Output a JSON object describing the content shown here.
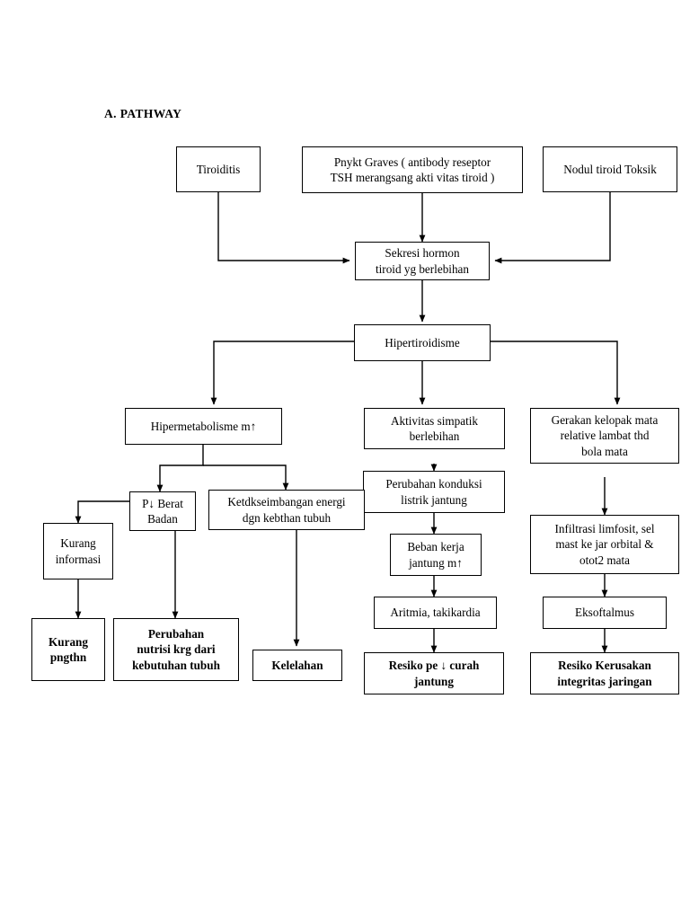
{
  "page": {
    "title": "A.  PATHWAY"
  },
  "diagram": {
    "type": "flowchart",
    "title": "A.  PATHWAY",
    "nodes": [
      {
        "id": "tiroiditis",
        "label": "Tiroiditis",
        "bold": false
      },
      {
        "id": "graves",
        "label": "Pnykt Graves ( antibody reseptor TSH merangsang akti vitas tiroid )",
        "bold": false
      },
      {
        "id": "nodul",
        "label": "Nodul tiroid Toksik",
        "bold": false
      },
      {
        "id": "sekresi",
        "label": "Sekresi hormon tiroid yg berlebihan",
        "bold": false
      },
      {
        "id": "hipertiroidisme",
        "label": "Hipertiroidisme",
        "bold": false
      },
      {
        "id": "hipermetabolisme",
        "label": "Hipermetabolisme m↑",
        "bold": false
      },
      {
        "id": "aktivitas",
        "label": "Aktivitas simpatik berlebihan",
        "bold": false
      },
      {
        "id": "gerakan",
        "label": "Gerakan kelopak mata relative lambat thd bola mata",
        "bold": false
      },
      {
        "id": "berat-badan",
        "label": "P↓ Berat Badan",
        "bold": false
      },
      {
        "id": "ketdkseimbangan",
        "label": "Ketdkseimbangan energi dgn kebthan tubuh",
        "bold": false
      },
      {
        "id": "kurang-informasi",
        "label": "Kurang informasi",
        "bold": false
      },
      {
        "id": "perubahan-konduksi",
        "label": "Perubahan konduksi listrik jantung",
        "bold": false
      },
      {
        "id": "beban-kerja",
        "label": "Beban kerja jantung m↑",
        "bold": false
      },
      {
        "id": "infiltrasi",
        "label": "Infiltrasi limfosit, sel mast ke jar orbital & otot2 mata",
        "bold": false
      },
      {
        "id": "aritmia",
        "label": "Aritmia, takikardia",
        "bold": false
      },
      {
        "id": "eksoftalmus",
        "label": "Eksoftalmus",
        "bold": false
      },
      {
        "id": "kurang-pngthn",
        "label": "Kurang pngthn",
        "bold": true
      },
      {
        "id": "perubahan-nutrisi",
        "label": "Perubahan nutrisi krg dari kebutuhan tubuh",
        "bold": true
      },
      {
        "id": "kelelahan",
        "label": "Kelelahan",
        "bold": true
      },
      {
        "id": "resiko-curah",
        "label": "Resiko pe ↓ curah jantung",
        "bold": true
      },
      {
        "id": "resiko-kerusakan",
        "label": "Resiko Kerusakan integritas jaringan",
        "bold": true
      }
    ],
    "node_lines": {
      "tiroiditis": [
        "Tiroiditis"
      ],
      "graves": [
        "Pnykt Graves ( antibody reseptor",
        "TSH merangsang akti vitas tiroid )"
      ],
      "nodul": [
        "Nodul tiroid Toksik"
      ],
      "sekresi": [
        "Sekresi hormon",
        "tiroid yg berlebihan"
      ],
      "hipertiroidisme": [
        "Hipertiroidisme"
      ],
      "hipermetabolisme": [
        "Hipermetabolisme m↑"
      ],
      "aktivitas": [
        "Aktivitas simpatik",
        "berlebihan"
      ],
      "gerakan": [
        "Gerakan kelopak mata",
        "relative lambat thd",
        "bola mata"
      ],
      "berat-badan": [
        "P↓ Berat",
        "Badan"
      ],
      "ketdkseimbangan": [
        "Ketdkseimbangan energi",
        "dgn kebthan tubuh"
      ],
      "kurang-informasi": [
        "Kurang",
        "informasi"
      ],
      "perubahan-konduksi": [
        "Perubahan konduksi",
        "listrik jantung"
      ],
      "beban-kerja": [
        "Beban kerja",
        "jantung m↑"
      ],
      "infiltrasi": [
        "Infiltrasi limfosit, sel",
        "mast ke jar orbital &",
        "otot2 mata"
      ],
      "aritmia": [
        "Aritmia, takikardia"
      ],
      "eksoftalmus": [
        "Eksoftalmus"
      ],
      "kurang-pngthn": [
        "Kurang",
        "pngthn"
      ],
      "perubahan-nutrisi": [
        "Perubahan",
        "nutrisi krg dari",
        "kebutuhan tubuh"
      ],
      "kelelahan": [
        "Kelelahan"
      ],
      "resiko-curah": [
        "Resiko pe ↓ curah",
        "jantung"
      ],
      "resiko-kerusakan": [
        "Resiko Kerusakan",
        "integritas jaringan"
      ]
    },
    "edges": [
      {
        "from": "tiroiditis",
        "to": "sekresi"
      },
      {
        "from": "graves",
        "to": "sekresi"
      },
      {
        "from": "nodul",
        "to": "sekresi"
      },
      {
        "from": "sekresi",
        "to": "hipertiroidisme"
      },
      {
        "from": "hipertiroidisme",
        "to": "hipermetabolisme"
      },
      {
        "from": "hipertiroidisme",
        "to": "aktivitas"
      },
      {
        "from": "hipertiroidisme",
        "to": "gerakan"
      },
      {
        "from": "hipermetabolisme",
        "to": "berat-badan"
      },
      {
        "from": "hipermetabolisme",
        "to": "ketdkseimbangan"
      },
      {
        "from": "berat-badan",
        "to": "kurang-informasi"
      },
      {
        "from": "berat-badan",
        "to": "perubahan-nutrisi"
      },
      {
        "from": "kurang-informasi",
        "to": "kurang-pngthn"
      },
      {
        "from": "ketdkseimbangan",
        "to": "kelelahan"
      },
      {
        "from": "ketdkseimbangan",
        "to": "perubahan-konduksi"
      },
      {
        "from": "aktivitas",
        "to": "perubahan-konduksi"
      },
      {
        "from": "perubahan-konduksi",
        "to": "beban-kerja"
      },
      {
        "from": "beban-kerja",
        "to": "aritmia"
      },
      {
        "from": "aritmia",
        "to": "resiko-curah"
      },
      {
        "from": "gerakan",
        "to": "infiltrasi"
      },
      {
        "from": "infiltrasi",
        "to": "eksoftalmus"
      },
      {
        "from": "eksoftalmus",
        "to": "resiko-kerusakan"
      }
    ],
    "colors": {
      "stroke": "#000000",
      "fill": "#ffffff",
      "text": "#000000"
    }
  }
}
